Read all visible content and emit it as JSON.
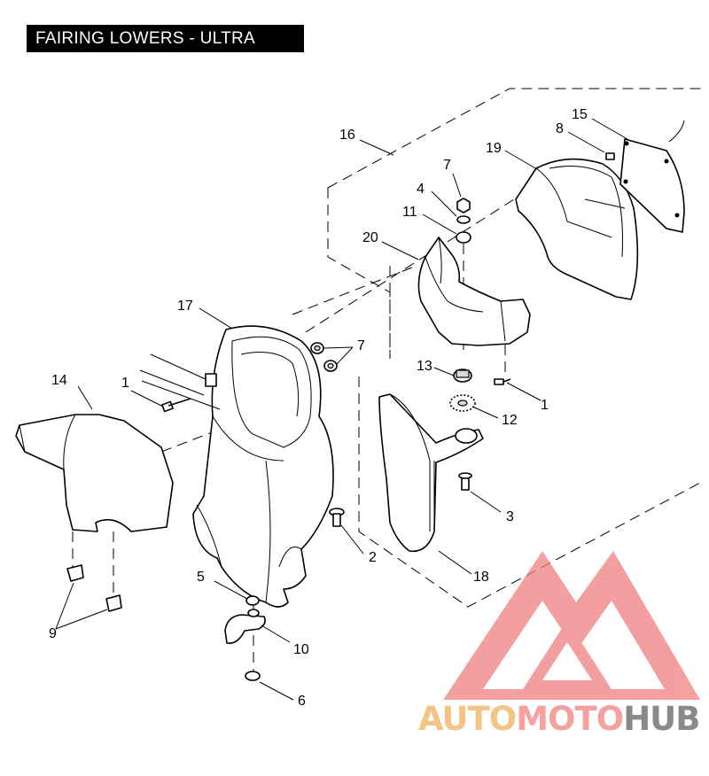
{
  "title": "FAIRING LOWERS - ULTRA",
  "callouts": {
    "c1a": "1",
    "c1b": "1",
    "c2": "2",
    "c3": "3",
    "c4": "4",
    "c5": "5",
    "c6": "6",
    "c7a": "7",
    "c7b": "7",
    "c8": "8",
    "c9": "9",
    "c10": "10",
    "c11": "11",
    "c12": "12",
    "c13": "13",
    "c14": "14",
    "c15": "15",
    "c16": "16",
    "c17": "17",
    "c18": "18",
    "c19": "19",
    "c20": "20"
  },
  "watermark": {
    "part1": "AUTO",
    "part2": "MOTO",
    "part3": "HUB",
    "logo_color": "#f08080",
    "colors": [
      "#f2c486",
      "#f6a0a0",
      "#8a8a8a"
    ]
  }
}
